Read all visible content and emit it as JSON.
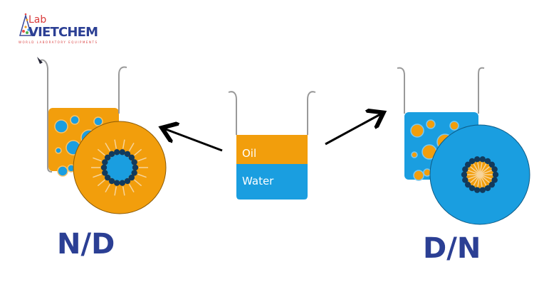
{
  "logo": {
    "text_top": "Lab",
    "text_main": "VIETCHEM",
    "tagline": "WORLD LABORATORY EQUIPMENTS"
  },
  "middle_beaker": {
    "oil_label": "Oil",
    "water_label": "Water"
  },
  "left_panel": {
    "label": "N/D"
  },
  "right_panel": {
    "label": "D/N"
  },
  "colors": {
    "oil": "#f29e0c",
    "water": "#1a9ee0",
    "head": "#123a5c",
    "label": "#2b3f94",
    "logo_red": "#d93a3a"
  }
}
